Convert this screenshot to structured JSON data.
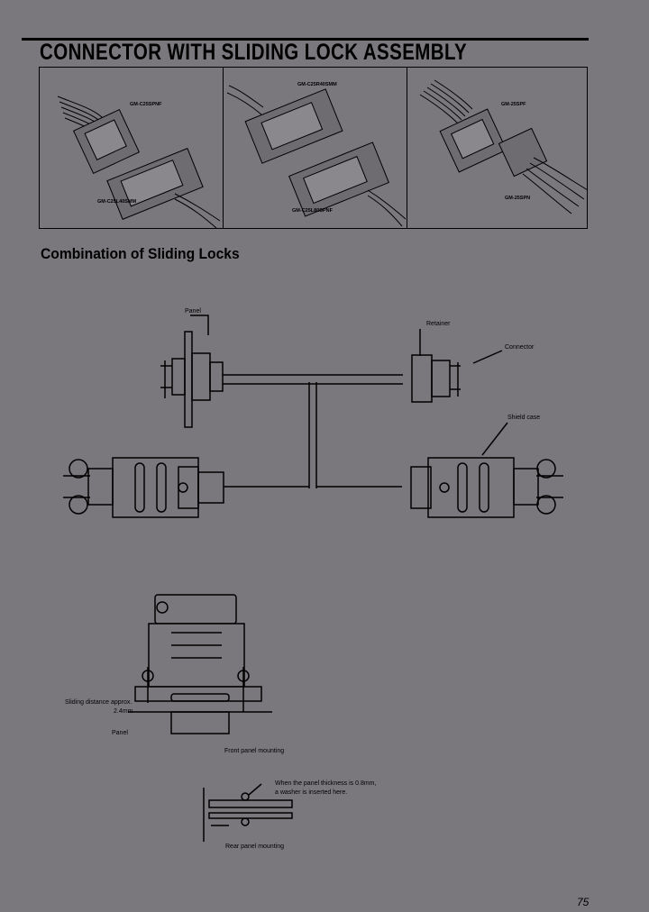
{
  "title": "CONNECTOR WITH SLIDING LOCK ASSEMBLY",
  "photos": [
    {
      "label_top": "GM-C25SPNF",
      "label_bottom": "GM-C25L40SMM"
    },
    {
      "label_top": "GM-C25R40SMM",
      "label_bottom": "GM-C25L80SPNF"
    },
    {
      "label_top": "GM-25SPF",
      "label_bottom": "GM-25SPN"
    }
  ],
  "subheading": "Combination of Sliding Locks",
  "labels": {
    "panel": "Panel",
    "retainer": "Retainer",
    "connector": "Connector",
    "shield_case": "Shield case",
    "sliding_distance": "Sliding distance approx.",
    "sliding_value": "2.4mm",
    "panel2": "Panel",
    "front_panel": "Front panel mounting",
    "washer_note_1": "When the panel thickness is 0.8mm,",
    "washer_note_2": "a washer is inserted here.",
    "rear_panel": "Rear panel mounting"
  },
  "page_number": "75"
}
